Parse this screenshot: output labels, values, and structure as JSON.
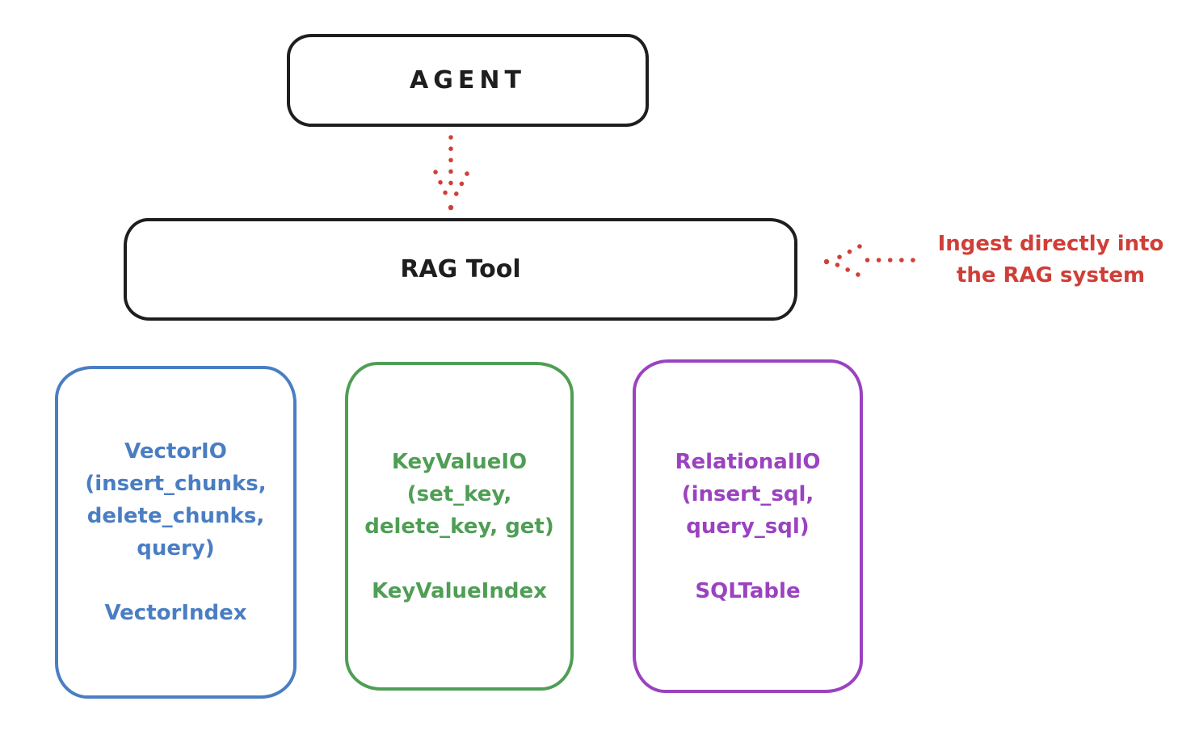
{
  "diagram": {
    "background": "#ffffff",
    "ink_color": "#1e1e1e",
    "agent": {
      "label": "AGENT"
    },
    "rag_tool": {
      "label": "RAG Tool"
    },
    "annotation": {
      "color": "#cf3f38",
      "lines": [
        "Ingest directly into",
        "the RAG system"
      ]
    },
    "arrows": [
      {
        "id": "agent-to-rag-tool",
        "style": "dotted",
        "color": "#cf3f38",
        "direction": "down"
      },
      {
        "id": "ingest-into-rag",
        "style": "dotted",
        "color": "#cf3f38",
        "direction": "left"
      }
    ],
    "storage_boxes": [
      {
        "id": "vector-io",
        "color": "#4a7ec2",
        "lines": [
          "VectorIO",
          "(insert_chunks,",
          "delete_chunks,",
          "query)"
        ],
        "index_label": "VectorIndex"
      },
      {
        "id": "keyvalue-io",
        "color": "#4f9e55",
        "lines": [
          "KeyValueIO",
          "(set_key,",
          "delete_key, get)"
        ],
        "index_label": "KeyValueIndex"
      },
      {
        "id": "relational-io",
        "color": "#9a42c0",
        "lines": [
          "RelationalIO",
          "(insert_sql,",
          "query_sql)"
        ],
        "index_label": "SQLTable"
      }
    ]
  }
}
